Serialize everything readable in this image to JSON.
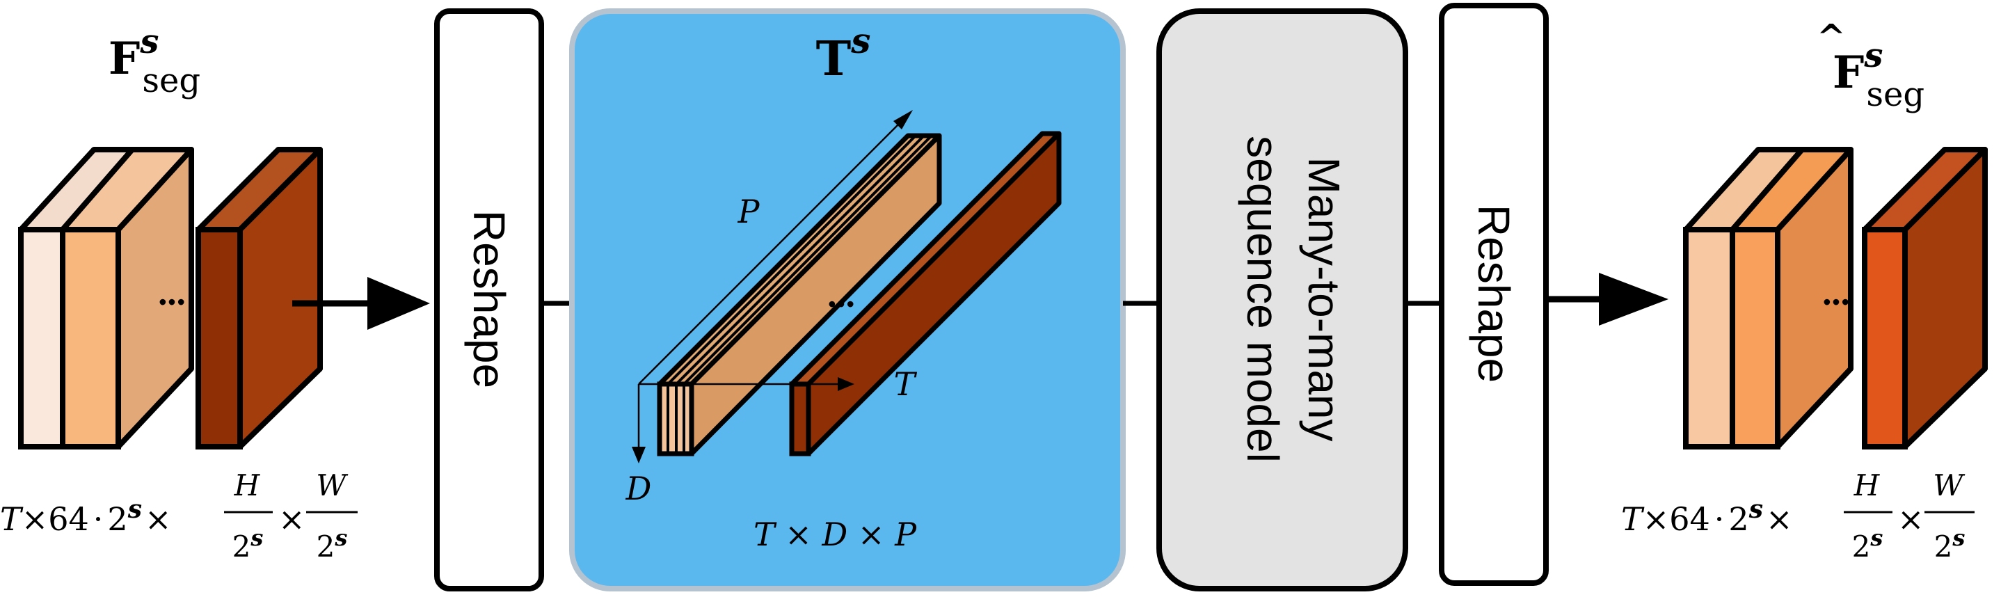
{
  "input": {
    "title_main": "F",
    "title_sup": "s",
    "title_sub": "seg",
    "dims": {
      "T": "T",
      "x1": "×",
      "n64": "64",
      "dot": "·",
      "base2": "2",
      "exp": "s",
      "x2": "×",
      "H": "H",
      "den1": "2",
      "den1_exp": "s",
      "x3": "×",
      "W": "W",
      "den2": "2",
      "den2_exp": "s"
    },
    "ellipsis": "•••"
  },
  "reshape_left": {
    "label": "Reshape"
  },
  "tensor_panel": {
    "title_main": "T",
    "title_sup": "s",
    "axis_P": "P",
    "axis_T": "T",
    "axis_D": "D",
    "ellipsis": "•••",
    "dims": "T × D × P",
    "panel_color": "#5bb8ef"
  },
  "sequence_model": {
    "line1": "Many-to-many",
    "line2": "sequence model"
  },
  "reshape_right": {
    "label": "Reshape"
  },
  "output": {
    "title_main": "F",
    "title_hat": "^",
    "title_sup": "s",
    "title_sub": "seg",
    "dims": {
      "T": "T",
      "x1": "×",
      "n64": "64",
      "dot": "·",
      "base2": "2",
      "exp": "s",
      "x2": "×",
      "H": "H",
      "den1": "2",
      "den1_exp": "s",
      "x3": "×",
      "W": "W",
      "den2": "2",
      "den2_exp": "s"
    },
    "ellipsis": "•••"
  }
}
